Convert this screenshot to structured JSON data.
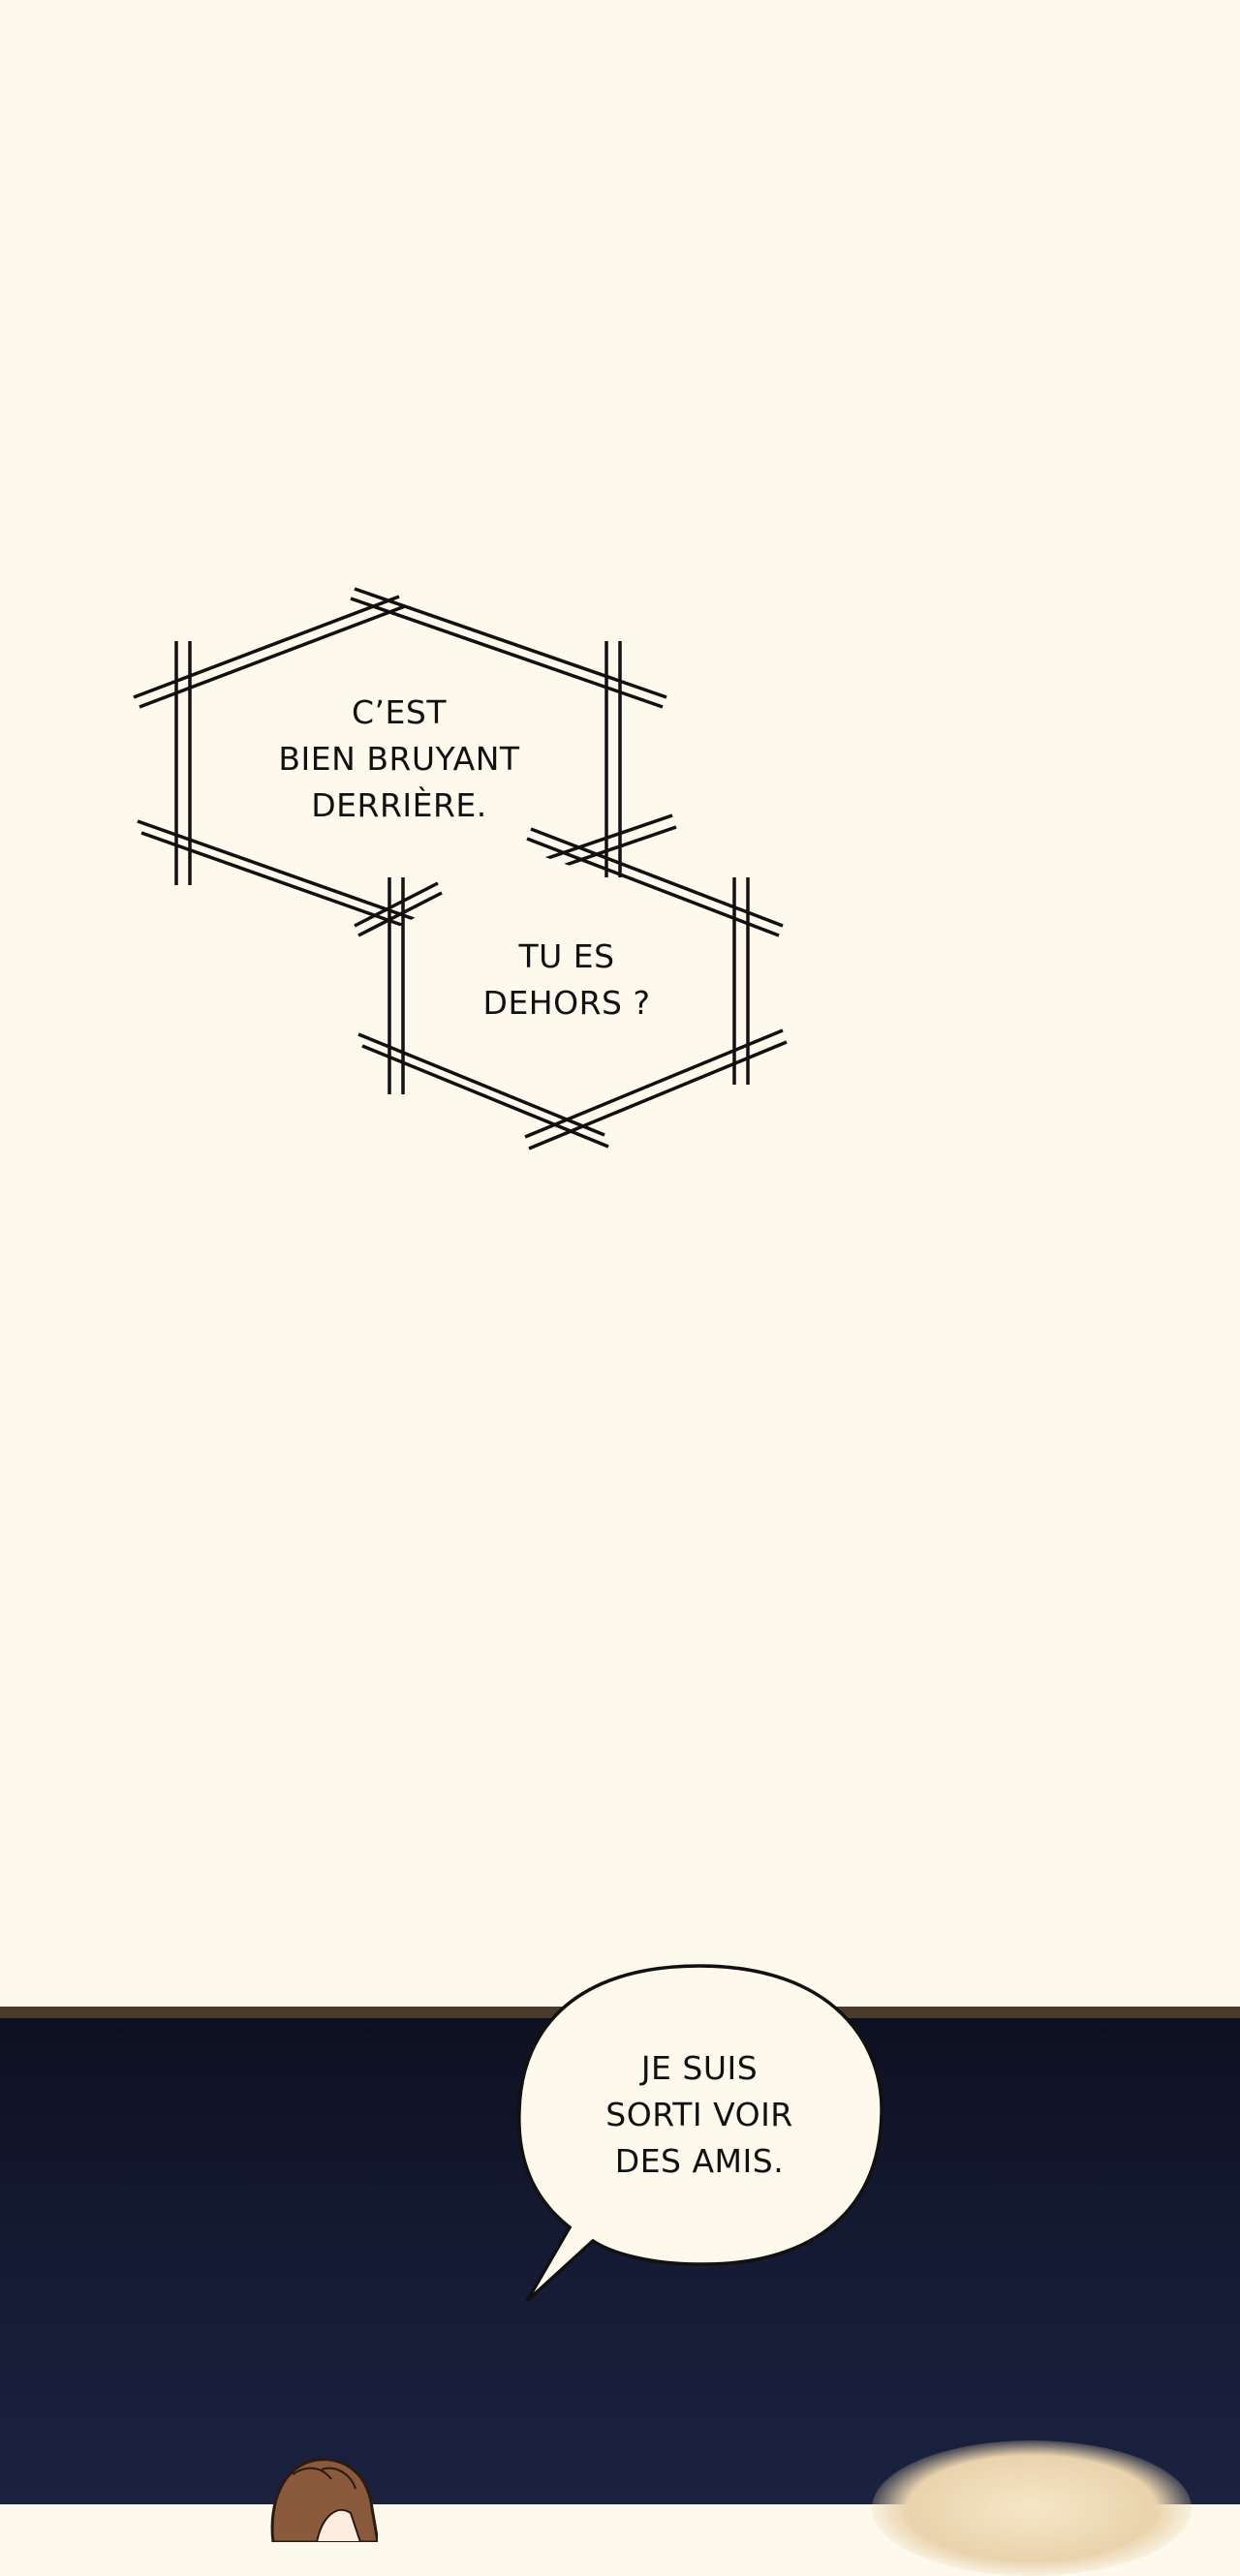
{
  "captions": {
    "bubble_1": "C’EST\nBIEN BRUYANT\nDERRIÈRE.",
    "bubble_2": "TU ES\nDEHORS ?",
    "bubble_3": "JE SUIS\nSORTI VOIR\nDES AMIS."
  },
  "colors": {
    "paper": "#fdf9ec",
    "night_sky": "#141a32",
    "divider": "#4a3a2c",
    "ink": "#111111"
  }
}
